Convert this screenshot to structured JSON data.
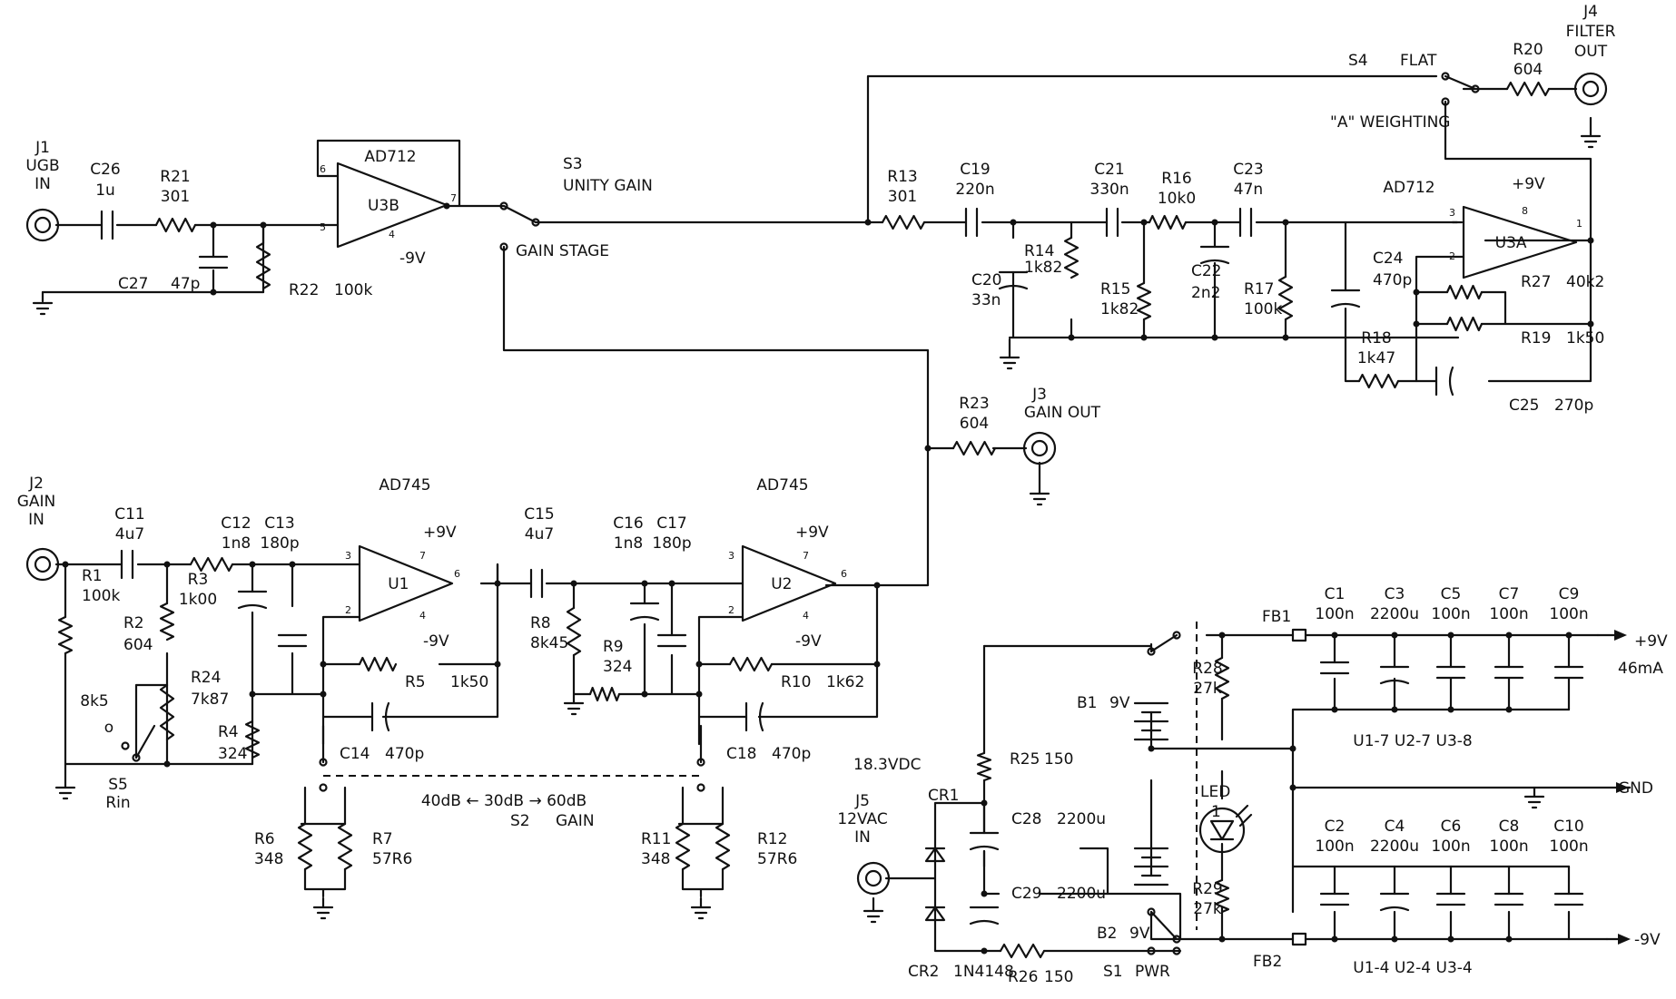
{
  "components": [
    {
      "id": "J1",
      "ref": "J1",
      "value": "UGB IN",
      "type": "jack"
    },
    {
      "id": "J2",
      "ref": "J2",
      "value": "GAIN IN",
      "type": "jack"
    },
    {
      "id": "J3",
      "ref": "J3",
      "value": "GAIN OUT",
      "type": "jack"
    },
    {
      "id": "J4",
      "ref": "J4",
      "value": "FILTER OUT",
      "type": "jack"
    },
    {
      "id": "J5",
      "ref": "J5",
      "value": "12VAC IN",
      "type": "jack"
    },
    {
      "id": "C26",
      "ref": "C26",
      "value": "1u",
      "type": "cap"
    },
    {
      "id": "R21",
      "ref": "R21",
      "value": "301",
      "type": "res"
    },
    {
      "id": "C27",
      "ref": "C27",
      "value": "47p",
      "type": "cap"
    },
    {
      "id": "R22",
      "ref": "R22",
      "value": "100k",
      "type": "res"
    },
    {
      "id": "U3B",
      "ref": "U3B",
      "value": "AD712",
      "type": "opamp"
    },
    {
      "id": "S3",
      "ref": "S3",
      "value": "UNITY GAIN",
      "type": "switch"
    },
    {
      "id": "S4",
      "ref": "S4",
      "value": "FLAT",
      "type": "switch"
    },
    {
      "id": "R20",
      "ref": "R20",
      "value": "604",
      "type": "res"
    },
    {
      "id": "R13",
      "ref": "R13",
      "value": "301",
      "type": "res"
    },
    {
      "id": "C19",
      "ref": "C19",
      "value": "220n",
      "type": "cap"
    },
    {
      "id": "C20",
      "ref": "C20",
      "value": "33n",
      "type": "cap"
    },
    {
      "id": "R14",
      "ref": "R14",
      "value": "1k82",
      "type": "res"
    },
    {
      "id": "C21",
      "ref": "C21",
      "value": "330n",
      "type": "cap"
    },
    {
      "id": "R15",
      "ref": "R15",
      "value": "1k82",
      "type": "res"
    },
    {
      "id": "R16",
      "ref": "R16",
      "value": "10k0",
      "type": "res"
    },
    {
      "id": "C22",
      "ref": "C22",
      "value": "2n2",
      "type": "cap"
    },
    {
      "id": "C23",
      "ref": "C23",
      "value": "47n",
      "type": "cap"
    },
    {
      "id": "R17",
      "ref": "R17",
      "value": "100k",
      "type": "res"
    },
    {
      "id": "C24",
      "ref": "C24",
      "value": "470p",
      "type": "cap"
    },
    {
      "id": "U3A",
      "ref": "U3A",
      "value": "AD712",
      "type": "opamp"
    },
    {
      "id": "R27",
      "ref": "R27",
      "value": "40k2",
      "type": "res"
    },
    {
      "id": "R19",
      "ref": "R19",
      "value": "1k50",
      "type": "res"
    },
    {
      "id": "R18",
      "ref": "R18",
      "value": "1k47",
      "type": "res"
    },
    {
      "id": "C25",
      "ref": "C25",
      "value": "270p",
      "type": "cap"
    },
    {
      "id": "R23",
      "ref": "R23",
      "value": "604",
      "type": "res"
    },
    {
      "id": "C11",
      "ref": "C11",
      "value": "4u7",
      "type": "cap"
    },
    {
      "id": "R1",
      "ref": "R1",
      "value": "100k",
      "type": "res"
    },
    {
      "id": "R3",
      "ref": "R3",
      "value": "1k00",
      "type": "res"
    },
    {
      "id": "C12",
      "ref": "C12",
      "value": "1n8",
      "type": "cap"
    },
    {
      "id": "C13",
      "ref": "C13",
      "value": "180p",
      "type": "cap"
    },
    {
      "id": "R2",
      "ref": "R2",
      "value": "604",
      "type": "res"
    },
    {
      "id": "R24",
      "ref": "R24",
      "value": "7k87",
      "type": "res"
    },
    {
      "id": "R4",
      "ref": "R4",
      "value": "324",
      "type": "res"
    },
    {
      "id": "U1",
      "ref": "U1",
      "value": "AD745",
      "type": "opamp"
    },
    {
      "id": "R5",
      "ref": "R5",
      "value": "1k50",
      "type": "res"
    },
    {
      "id": "C14",
      "ref": "C14",
      "value": "470p",
      "type": "cap"
    },
    {
      "id": "R6",
      "ref": "R6",
      "value": "348",
      "type": "res"
    },
    {
      "id": "R7",
      "ref": "R7",
      "value": "57R6",
      "type": "res"
    },
    {
      "id": "C15",
      "ref": "C15",
      "value": "4u7",
      "type": "cap"
    },
    {
      "id": "R8",
      "ref": "R8",
      "value": "8k45",
      "type": "res"
    },
    {
      "id": "C16",
      "ref": "C16",
      "value": "1n8",
      "type": "cap"
    },
    {
      "id": "C17",
      "ref": "C17",
      "value": "180p",
      "type": "cap"
    },
    {
      "id": "R9",
      "ref": "R9",
      "value": "324",
      "type": "res"
    },
    {
      "id": "U2",
      "ref": "U2",
      "value": "AD745",
      "type": "opamp"
    },
    {
      "id": "R10",
      "ref": "R10",
      "value": "1k62",
      "type": "res"
    },
    {
      "id": "C18",
      "ref": "C18",
      "value": "470p",
      "type": "cap"
    },
    {
      "id": "R11",
      "ref": "R11",
      "value": "348",
      "type": "res"
    },
    {
      "id": "R12",
      "ref": "R12",
      "value": "57R6",
      "type": "res"
    },
    {
      "id": "S5",
      "ref": "S5",
      "value": "Rin",
      "type": "switch"
    },
    {
      "id": "S2",
      "ref": "S2",
      "value": "GAIN",
      "type": "switch"
    },
    {
      "id": "CR1",
      "ref": "CR1",
      "value": "",
      "type": "diode"
    },
    {
      "id": "CR2",
      "ref": "CR2",
      "value": "1N4148",
      "type": "diode"
    },
    {
      "id": "C28",
      "ref": "C28",
      "value": "2200u",
      "type": "cap"
    },
    {
      "id": "C29",
      "ref": "C29",
      "value": "2200u",
      "type": "cap"
    },
    {
      "id": "R25",
      "ref": "R25",
      "value": "150",
      "type": "res"
    },
    {
      "id": "R26",
      "ref": "R26",
      "value": "150",
      "type": "res"
    },
    {
      "id": "B1",
      "ref": "B1",
      "value": "9V",
      "type": "battery"
    },
    {
      "id": "B2",
      "ref": "B2",
      "value": "9V",
      "type": "battery"
    },
    {
      "id": "S1",
      "ref": "S1",
      "value": "PWR",
      "type": "switch"
    },
    {
      "id": "FB1",
      "ref": "FB1",
      "value": "",
      "type": "bead"
    },
    {
      "id": "FB2",
      "ref": "FB2",
      "value": "",
      "type": "bead"
    },
    {
      "id": "R28",
      "ref": "R28",
      "value": "27k",
      "type": "res"
    },
    {
      "id": "R29",
      "ref": "R29",
      "value": "27k",
      "type": "res"
    },
    {
      "id": "LED1",
      "ref": "LED",
      "value": "1",
      "type": "led"
    },
    {
      "id": "C1",
      "ref": "C1",
      "value": "100n",
      "type": "cap"
    },
    {
      "id": "C2",
      "ref": "C2",
      "value": "100n",
      "type": "cap"
    },
    {
      "id": "C3",
      "ref": "C3",
      "value": "2200u",
      "type": "cap"
    },
    {
      "id": "C4",
      "ref": "C4",
      "value": "2200u",
      "type": "cap"
    },
    {
      "id": "C5",
      "ref": "C5",
      "value": "100n",
      "type": "cap"
    },
    {
      "id": "C6",
      "ref": "C6",
      "value": "100n",
      "type": "cap"
    },
    {
      "id": "C7",
      "ref": "C7",
      "value": "100n",
      "type": "cap"
    },
    {
      "id": "C8",
      "ref": "C8",
      "value": "100n",
      "type": "cap"
    },
    {
      "id": "C9",
      "ref": "C9",
      "value": "100n",
      "type": "cap"
    },
    {
      "id": "C10",
      "ref": "C10",
      "value": "100n",
      "type": "cap"
    }
  ],
  "labels": {
    "a_weighting": "\"A\" WEIGHTING",
    "gain_stage": "GAIN STAGE",
    "ad712_u3b_neg": "-9V",
    "u3a_pos": "+9V",
    "u1_pos": "+9V",
    "u1_neg": "-9V",
    "u2_pos": "+9V",
    "u2_neg": "-9V",
    "s5_opt": "8k5",
    "s5_o": "o",
    "s2_options": "40dB ← 30dB → 60dB",
    "supply_pos": "+9V",
    "supply_pos_current": "46mA",
    "supply_gnd": "GND",
    "supply_neg": "-9V",
    "pins_pos": "U1-7  U2-7  U3-8",
    "pins_neg": "U1-4  U2-4  U3-4",
    "rail_voltage": "18.3VDC"
  },
  "pins": {
    "u3b_p": "5",
    "u3b_m": "6",
    "u3b_o": "7",
    "u3b_v": "4",
    "u3a_p": "3",
    "u3a_m": "2",
    "u3a_o": "1",
    "u3a_v": "8",
    "u1_p": "3",
    "u1_m": "2",
    "u1_o": "6",
    "u1_v7": "7",
    "u1_v4": "4",
    "u2_p": "3",
    "u2_m": "2",
    "u2_o": "6",
    "u2_v7": "7",
    "u2_v4": "4"
  }
}
